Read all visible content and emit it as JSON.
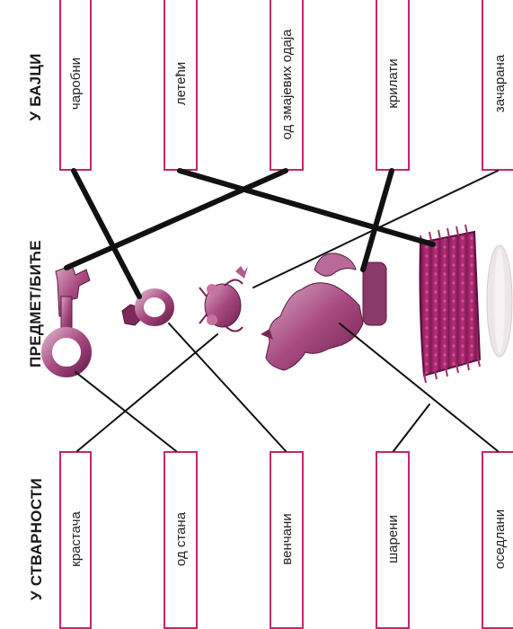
{
  "sections": {
    "fairy_tale": "У БАЈЦИ",
    "object": "ПРЕДМЕТ/БИЋЕ",
    "reality": "У СТВАРНОСТИ"
  },
  "top_words": [
    "чаробни",
    "летећи",
    "од змајевих одаја",
    "крилати",
    "зачарана"
  ],
  "bottom_words": [
    "крастача",
    "од стана",
    "венчани",
    "шарени",
    "оседлани"
  ],
  "objects": [
    "key",
    "ring",
    "frog",
    "horse",
    "carpet",
    "pumpkin"
  ],
  "colors": {
    "box_border": "#c8246e",
    "object_fill": "#b05a8a",
    "line": "#111111"
  }
}
